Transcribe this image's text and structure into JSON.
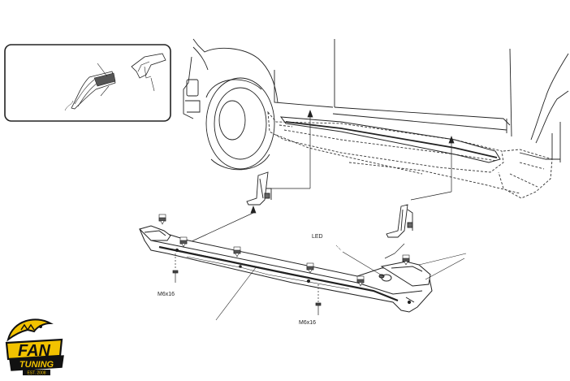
{
  "labels": {
    "led": "LED",
    "bolt_left": "M6x16",
    "bolt_center": "M6x16"
  },
  "logo": {
    "line1": "FAN",
    "line2": "TUNING",
    "tagline": "EST. 2008",
    "primary_color": "#f2c200",
    "outline_color": "#111111"
  },
  "colors": {
    "line": "#222222",
    "background": "#ffffff"
  }
}
